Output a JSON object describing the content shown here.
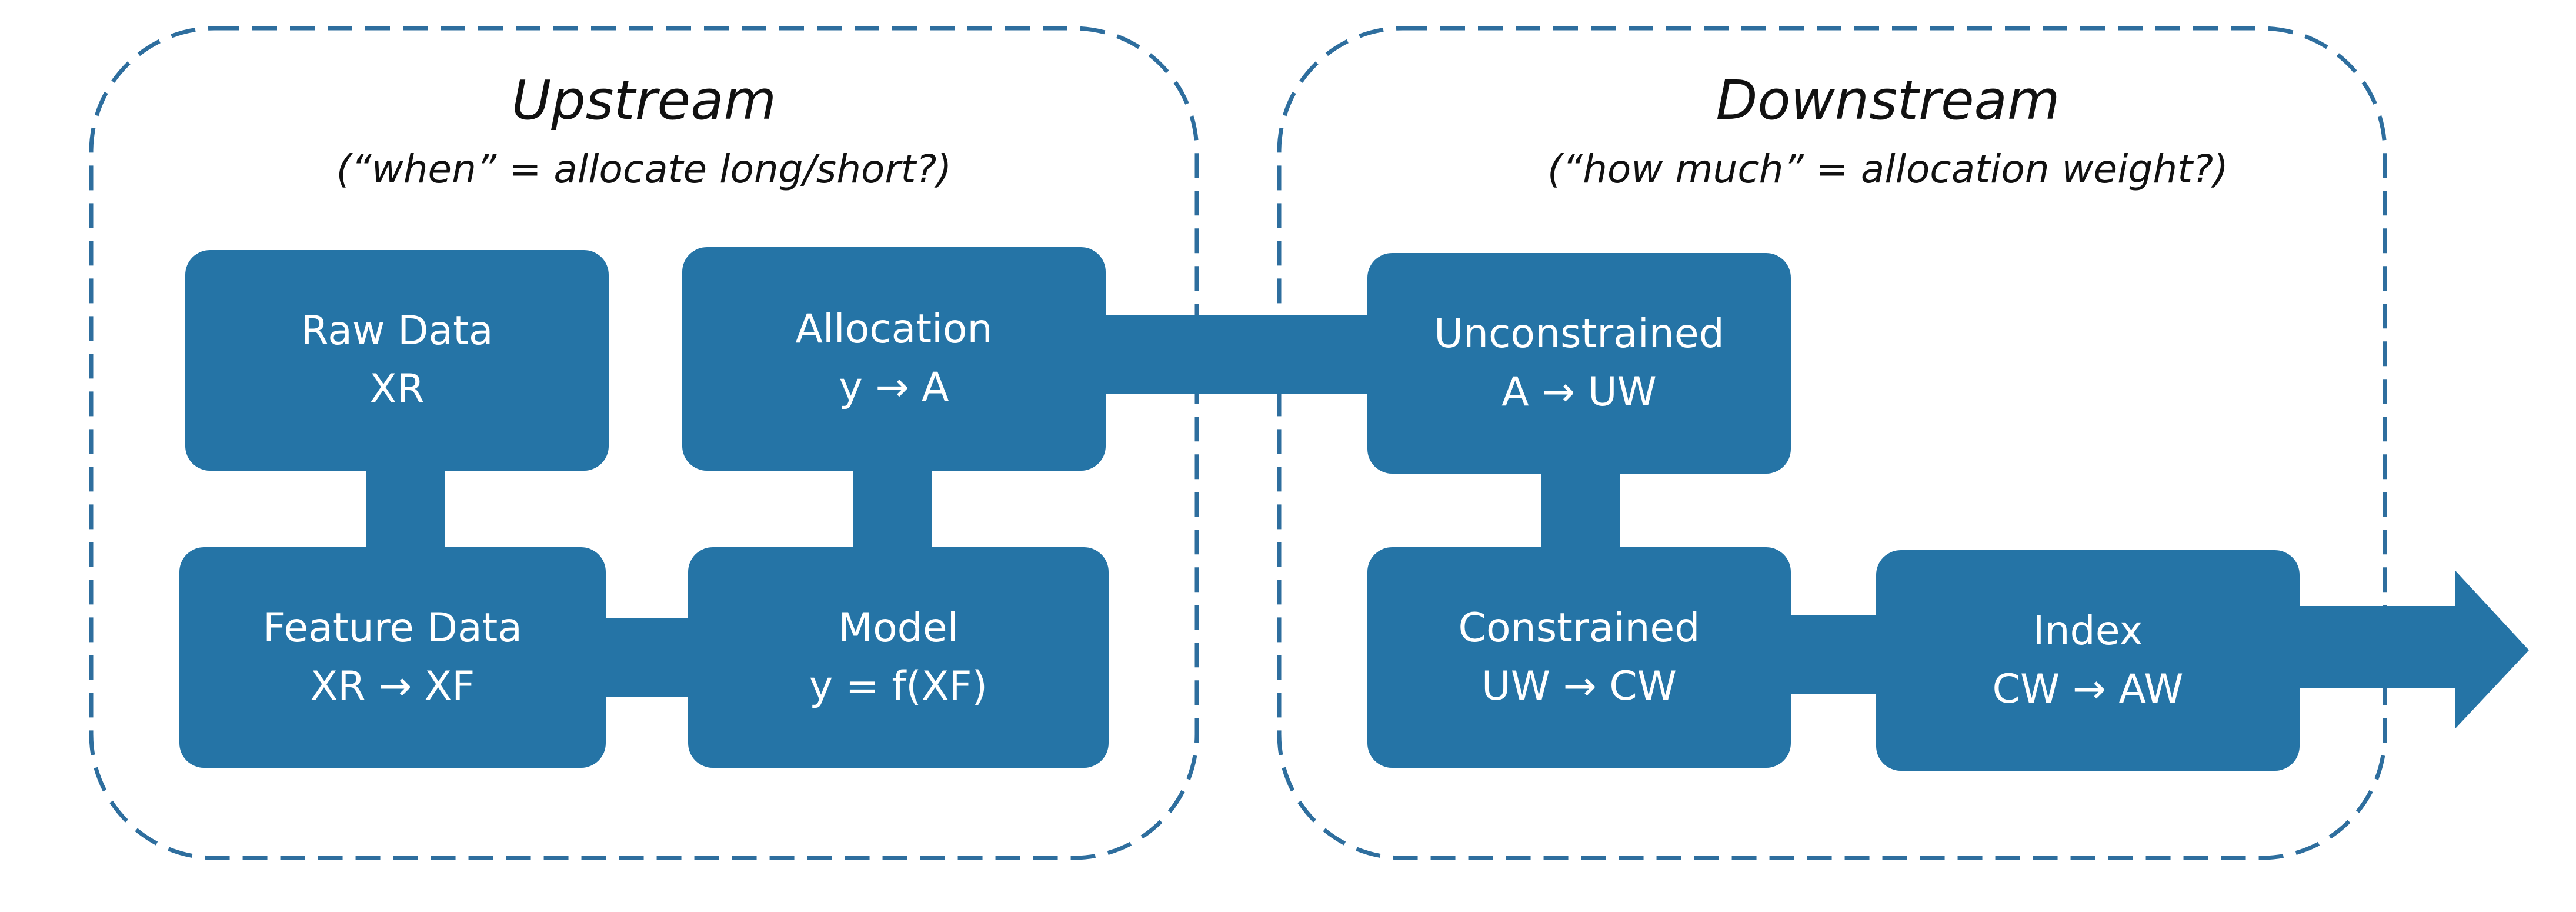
{
  "groups": {
    "upstream": {
      "title": "Upstream",
      "subtitle": "(“when” = allocate long/short?)"
    },
    "downstream": {
      "title": "Downstream",
      "subtitle": "(“how much” = allocation weight?)"
    }
  },
  "nodes": {
    "raw_data": {
      "label": "Raw Data",
      "formula": "XR"
    },
    "feature_data": {
      "label": "Feature Data",
      "formula": "XR → XF"
    },
    "model": {
      "label": "Model",
      "formula": "y = f(XF)"
    },
    "allocation": {
      "label": "Allocation",
      "formula": "y → A"
    },
    "unconstrained": {
      "label": "Unconstrained",
      "formula": "A → UW"
    },
    "constrained": {
      "label": "Constrained",
      "formula": "UW → CW"
    },
    "index": {
      "label": "Index",
      "formula": "CW → AW"
    }
  },
  "colors": {
    "node_fill": "#2574a6",
    "frame_stroke": "#2e6e9e",
    "node_text": "#ffffff",
    "label_text": "#111111"
  }
}
